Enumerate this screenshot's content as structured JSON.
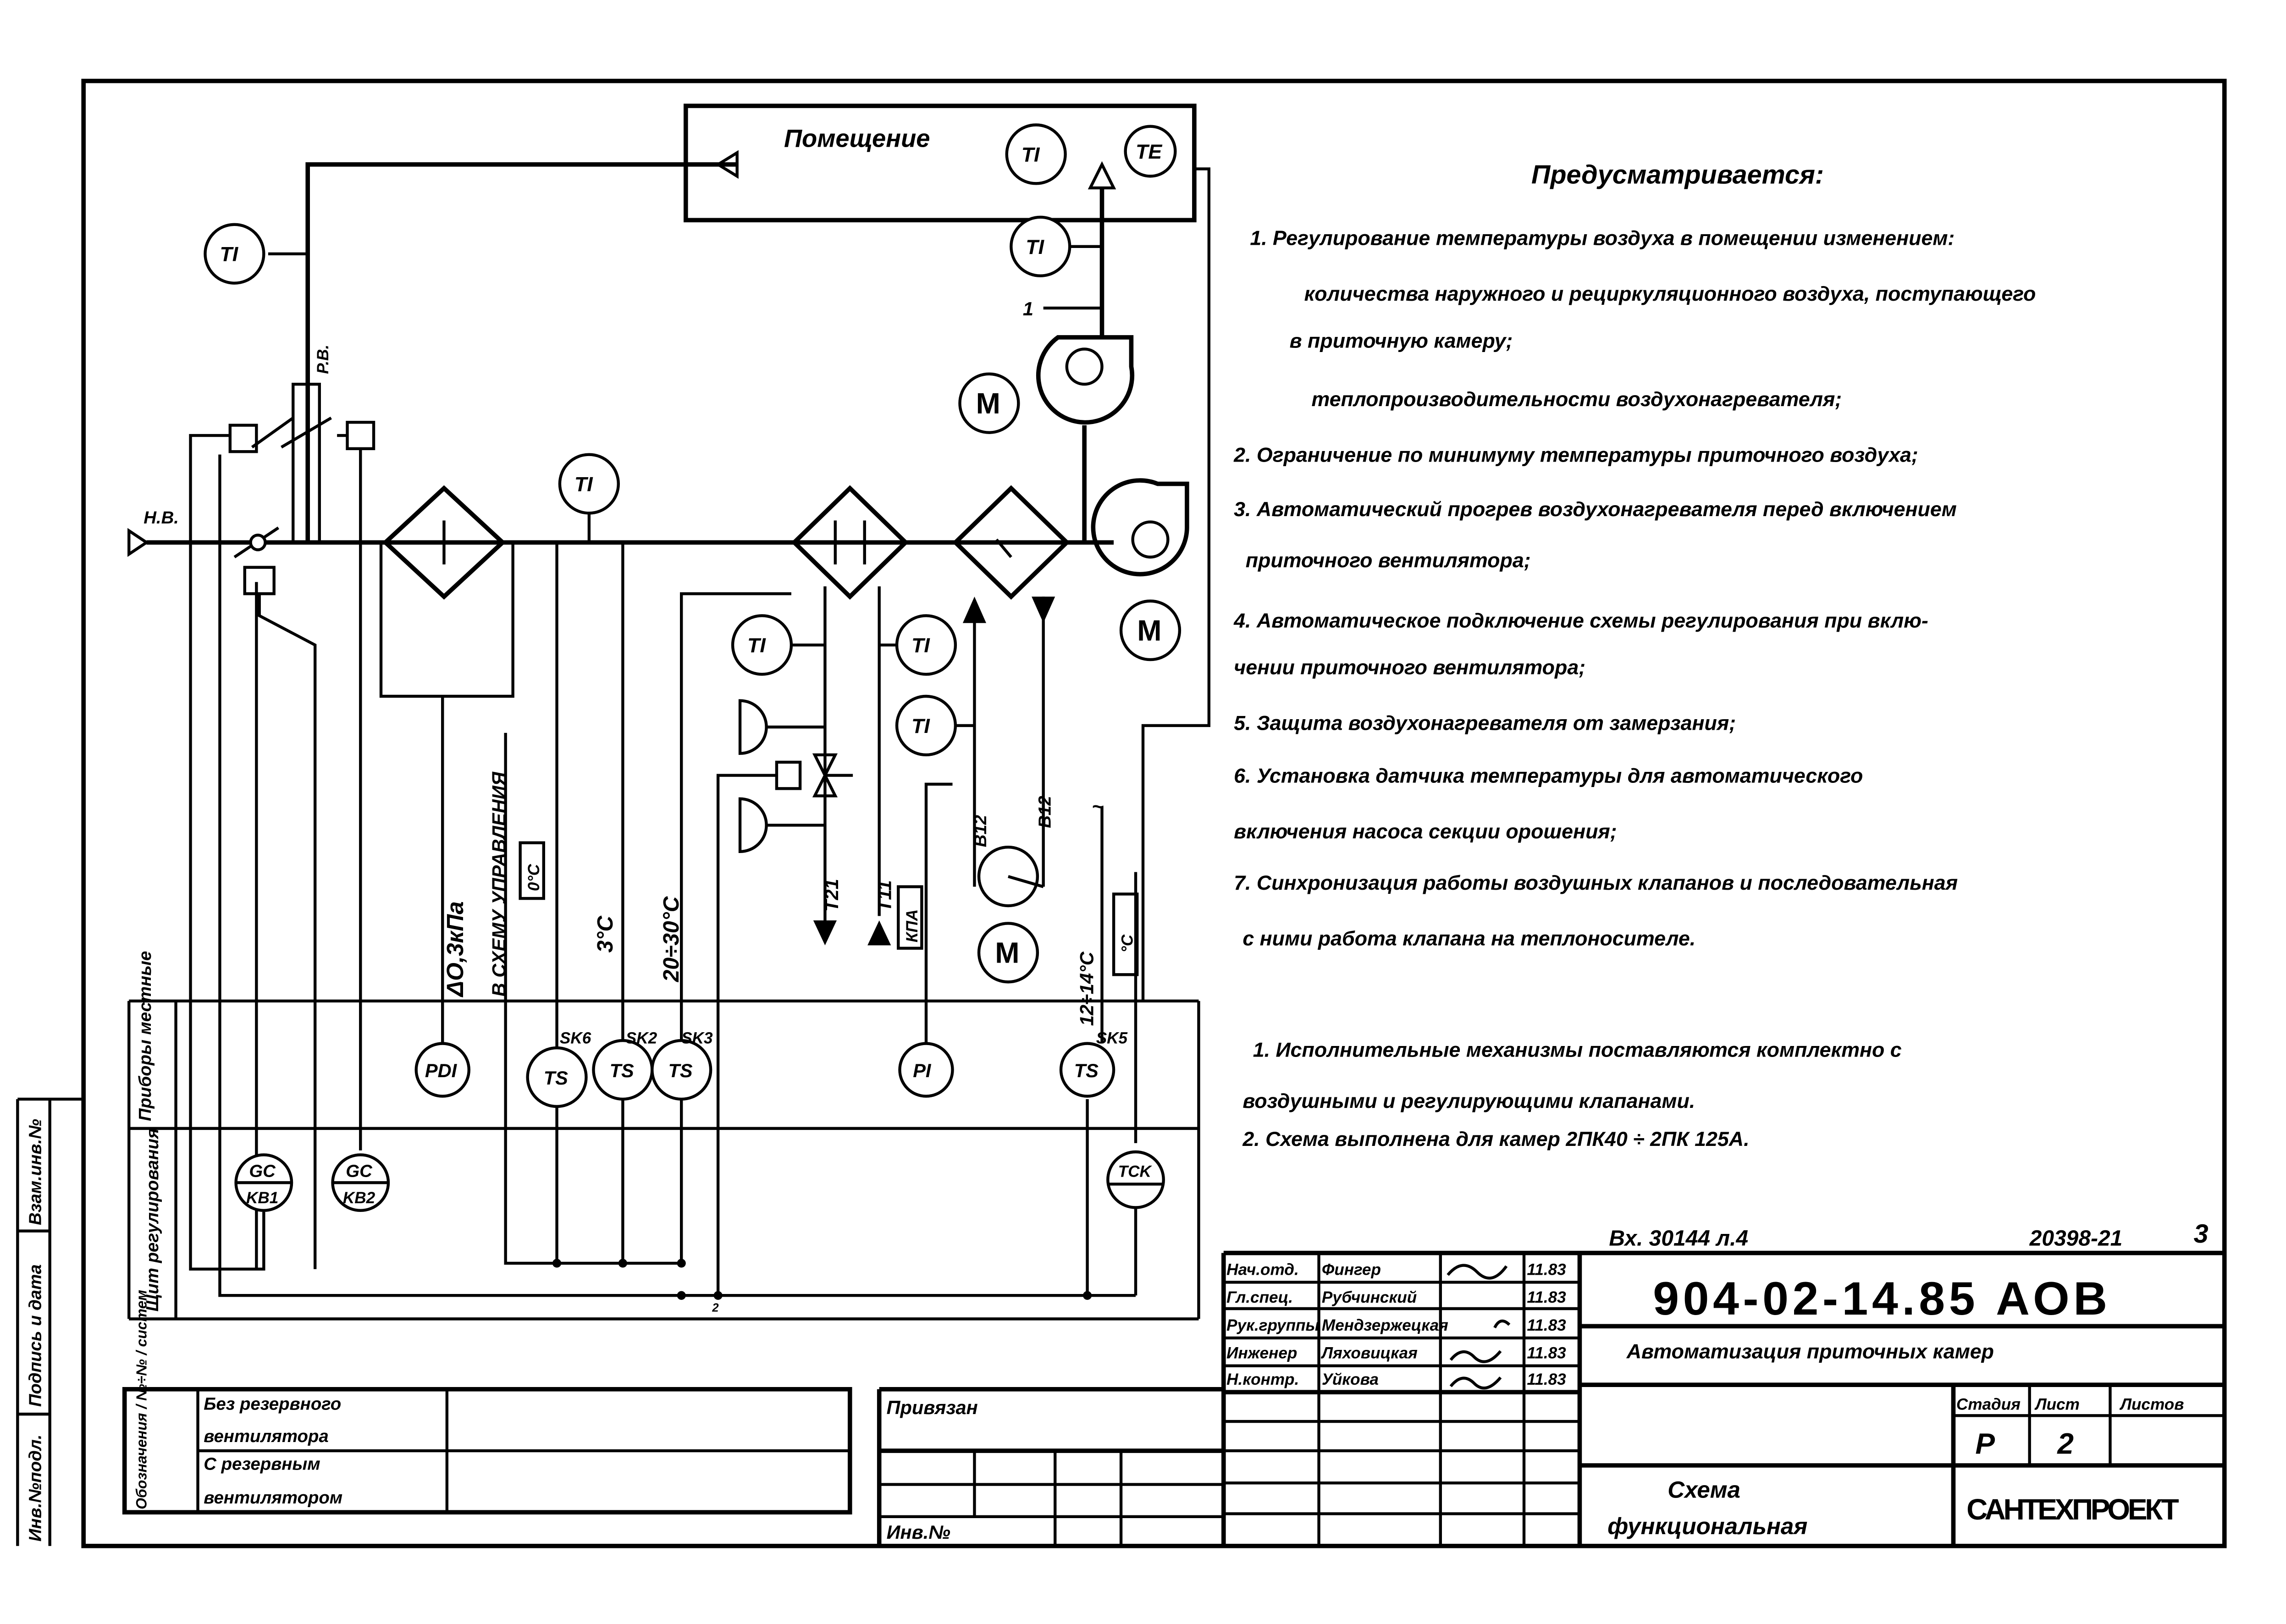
{
  "diagram": {
    "room_label": "Помещение",
    "room_instruments": [
      "TI",
      "TE"
    ],
    "outdoor_air_label": "Н.В.",
    "return_air_label": "Р.В.",
    "instruments_top": {
      "ti_return": "TI",
      "ti_after_filter": "TI",
      "ti_supply": "TI",
      "ti_heater_1": "TI",
      "ti_heater_2": "TI",
      "ti_heater_3": "TI"
    },
    "motor_label": "M",
    "point_1": "1",
    "labels": {
      "dp": "ΔO,3кПа",
      "to_control": "В СХЕМУ УПРАВЛЕНИЯ",
      "zero_c_1": "0°С",
      "three_c": "3°С",
      "range_20_30": "20÷30°С",
      "t21": "Т21",
      "t11": "Т11",
      "kpa": "КПА",
      "b12_a": "В12",
      "b12_b": "В12",
      "range_12_14": "12÷14°С",
      "zero_c_2": "°С",
      "tilde": "~",
      "num_1": "1"
    },
    "panel_local": "Приборы местные",
    "panel_control": "Щит регулирования",
    "local_instruments": [
      {
        "label": "PDI",
        "tag": ""
      },
      {
        "label": "TS",
        "tag": "SK6"
      },
      {
        "label": "TS",
        "tag": "SK2"
      },
      {
        "label": "TS",
        "tag": "SK3"
      },
      {
        "label": "PI",
        "tag": ""
      },
      {
        "label": "TS",
        "tag": "SK5"
      }
    ],
    "panel_instruments": [
      {
        "top": "GC",
        "bottom": "KB1"
      },
      {
        "top": "GC",
        "bottom": "KB2"
      },
      {
        "top": "TCK",
        "bottom": ""
      }
    ],
    "bus_mark": "2"
  },
  "notes": {
    "title": "Предусматривается:",
    "lines": [
      "1. Регулирование температуры воздуха в помещении изменением:",
      "количества наружного и рециркуляционного воздуха, поступающего",
      "в приточную камеру;",
      "теплопроизводительности воздухонагревателя;",
      "2. Ограничение по минимуму температуры приточного воздуха;",
      "3. Автоматический прогрев воздухонагревателя перед включением",
      "приточного вентилятора;",
      "4. Автоматическое подключение схемы регулирования при вклю-",
      "чении приточного вентилятора;",
      "5. Защита воздухонагревателя от замерзания;",
      "6. Установка датчика температуры для автоматического",
      "включения насоса секции орошения;",
      "7. Синхронизация работы воздушных клапанов и последовательная",
      "с ними работа клапана на теплоносителе."
    ],
    "extra": [
      "1. Исполнительные механизмы поставляются комплектно с",
      "воздушными и регулирующими клапанами.",
      "2. Схема выполнена для камер 2ПК40 ÷ 2ПК 125А."
    ]
  },
  "title_block": {
    "incoming": "Вх. 30144 л.4",
    "archive_no": "20398-21",
    "page_mark": "3",
    "code": "904-02-14.85 АОВ",
    "subject": "Автоматизация приточных камер",
    "drawing_name_1": "Схема",
    "drawing_name_2": "функциональная",
    "org": "САНТЕХПРОЕКТ",
    "stage_header": "Стадия",
    "sheet_header": "Лист",
    "sheets_header": "Листов",
    "stage": "Р",
    "sheet": "2",
    "sheets": "",
    "signatures": [
      {
        "role": "Нач.отд.",
        "name": "Фингер",
        "date": "11.83"
      },
      {
        "role": "Гл.спец.",
        "name": "Рубчинский",
        "date": "11.83"
      },
      {
        "role": "Рук.группы",
        "name": "Мендзержецкая",
        "date": "11.83"
      },
      {
        "role": "Инженер",
        "name": "Ляховицкая",
        "date": "11.83"
      },
      {
        "role": "Н.контр.",
        "name": "Уйкова",
        "date": "11.83"
      }
    ],
    "bound": "Привязан",
    "inv_no": "Инв.№"
  },
  "systems_table": {
    "header": "Обозначения / №÷№ / систем",
    "row1": "Без резервного вентилятора",
    "row1a": "Без резервного",
    "row1b": "вентилятора",
    "row2a": "С резервным",
    "row2b": "вентилятором"
  },
  "side_strip": {
    "inv_orig": "Инв.№подл.",
    "sign_date": "Подпись и дата",
    "replace_inv": "Взам.инв.№"
  }
}
